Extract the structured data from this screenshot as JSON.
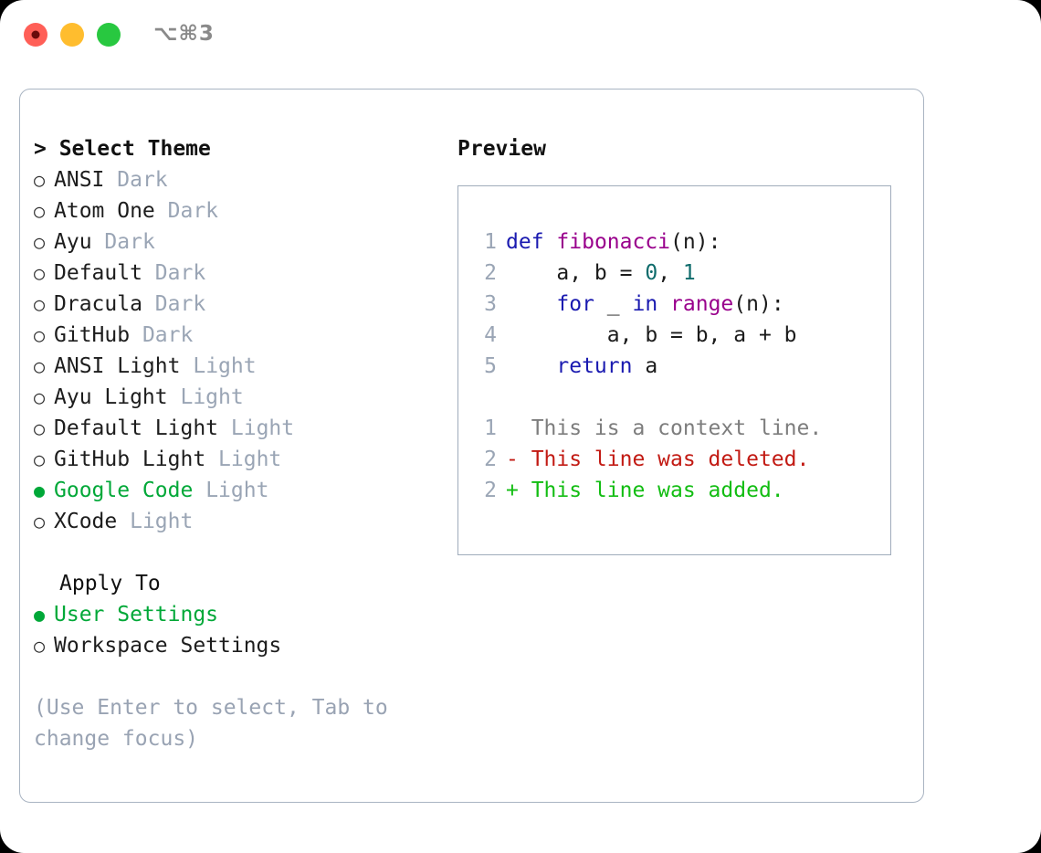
{
  "titlebar": {
    "shortcut": "⌥⌘3",
    "buttons": [
      {
        "name": "close",
        "color": "#ff5f57"
      },
      {
        "name": "minimize",
        "color": "#ffbd2e"
      },
      {
        "name": "zoom",
        "color": "#28c840"
      }
    ]
  },
  "theme_picker": {
    "heading_prefix": "> ",
    "heading": "Select Theme",
    "items": [
      {
        "marker": "○",
        "name": "ANSI",
        "kind": "Dark",
        "selected": false
      },
      {
        "marker": "○",
        "name": "Atom One",
        "kind": "Dark",
        "selected": false
      },
      {
        "marker": "○",
        "name": "Ayu",
        "kind": "Dark",
        "selected": false
      },
      {
        "marker": "○",
        "name": "Default",
        "kind": "Dark",
        "selected": false
      },
      {
        "marker": "○",
        "name": "Dracula",
        "kind": "Dark",
        "selected": false
      },
      {
        "marker": "○",
        "name": "GitHub",
        "kind": "Dark",
        "selected": false
      },
      {
        "marker": "○",
        "name": "ANSI Light",
        "kind": "Light",
        "selected": false
      },
      {
        "marker": "○",
        "name": "Ayu Light",
        "kind": "Light",
        "selected": false
      },
      {
        "marker": "○",
        "name": "Default Light",
        "kind": "Light",
        "selected": false
      },
      {
        "marker": "○",
        "name": "GitHub Light",
        "kind": "Light",
        "selected": false
      },
      {
        "marker": "●",
        "name": "Google Code",
        "kind": "Light",
        "selected": true
      },
      {
        "marker": "○",
        "name": "XCode",
        "kind": "Light",
        "selected": false
      }
    ]
  },
  "apply_to": {
    "heading": "Apply To",
    "options": [
      {
        "marker": "●",
        "label": "User Settings",
        "selected": true
      },
      {
        "marker": "○",
        "label": "Workspace Settings",
        "selected": false
      }
    ]
  },
  "hint": "(Use Enter to select, Tab to change focus)",
  "preview": {
    "heading": "Preview",
    "code_lines": [
      {
        "no": "1",
        "tokens": [
          {
            "t": "def",
            "c": "kw"
          },
          {
            "t": " ",
            "c": "plain"
          },
          {
            "t": "fibonacci",
            "c": "fn"
          },
          {
            "t": "(n):",
            "c": "plain"
          }
        ]
      },
      {
        "no": "2",
        "tokens": [
          {
            "t": "    a, b = ",
            "c": "plain"
          },
          {
            "t": "0",
            "c": "num"
          },
          {
            "t": ", ",
            "c": "plain"
          },
          {
            "t": "1",
            "c": "num"
          }
        ]
      },
      {
        "no": "3",
        "tokens": [
          {
            "t": "    ",
            "c": "plain"
          },
          {
            "t": "for",
            "c": "kw"
          },
          {
            "t": " _ ",
            "c": "plain"
          },
          {
            "t": "in",
            "c": "kw"
          },
          {
            "t": " ",
            "c": "plain"
          },
          {
            "t": "range",
            "c": "fn"
          },
          {
            "t": "(n):",
            "c": "plain"
          }
        ]
      },
      {
        "no": "4",
        "tokens": [
          {
            "t": "        a, b = b, a + b",
            "c": "plain"
          }
        ]
      },
      {
        "no": "5",
        "tokens": [
          {
            "t": "    ",
            "c": "plain"
          },
          {
            "t": "return",
            "c": "kw"
          },
          {
            "t": " a",
            "c": "plain"
          }
        ]
      }
    ],
    "diff_lines": [
      {
        "no": "1",
        "text": "  This is a context line.",
        "c": "ctx"
      },
      {
        "no": "2",
        "text": "- This line was deleted.",
        "c": "del"
      },
      {
        "no": "2",
        "text": "+ This line was added.",
        "c": "add"
      }
    ]
  },
  "colors": {
    "accent_green": "#00a838",
    "muted_gray": "#9aa5b5",
    "keyword_blue": "#1a1ab0",
    "function_purple": "#99008c",
    "number_teal": "#0e6b6b",
    "diff_delete_red": "#c21a13",
    "diff_add_green": "#12bd12",
    "panel_border": "#a9b4c2"
  }
}
